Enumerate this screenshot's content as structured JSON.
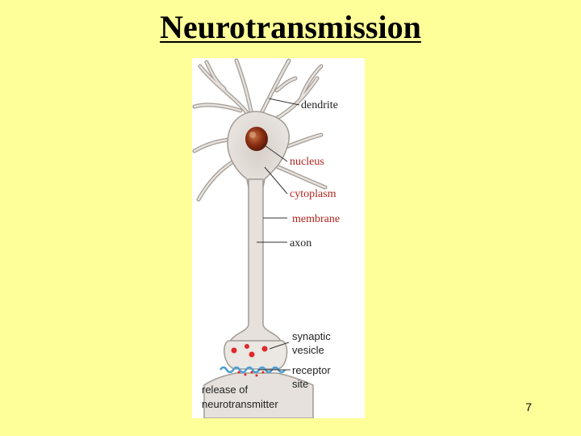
{
  "slide": {
    "title": "Neurotransmission",
    "page_number": "7"
  },
  "diagram": {
    "labels": {
      "dendrite": "dendrite",
      "nucleus": "nucleus",
      "cytoplasm": "cytoplasm",
      "membrane": "membrane",
      "axon": "axon",
      "synaptic_vesicle_line1": "synaptic",
      "synaptic_vesicle_line2": "vesicle",
      "receptor_site_line1": "receptor",
      "receptor_site_line2": "site",
      "release_line1": "release of",
      "release_line2": "neurotransmitter"
    },
    "colors": {
      "background": "#ffff99",
      "cell_fill": "#e6e1dc",
      "cell_stroke": "#a39b94",
      "nucleus": "#8a2e12",
      "red_label": "#b0241c",
      "vesicle": "#e0282a",
      "receptor": "#4a9fd4"
    }
  }
}
